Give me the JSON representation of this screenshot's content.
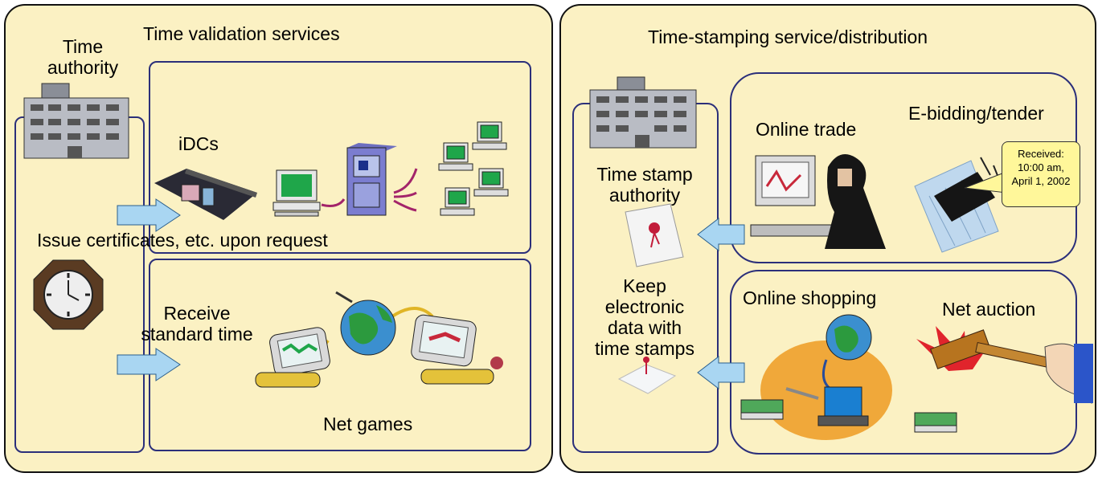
{
  "left_panel": {
    "title": "Time validation services",
    "time_authority": "Time\nauthority",
    "idcs_label": "iDCs",
    "issue_label": "Issue certificates, etc. upon request",
    "receive_label": "Receive\nstandard time",
    "net_games_label": "Net games"
  },
  "right_panel": {
    "title": "Time-stamping service/distribution",
    "tsa_label": "Time stamp\nauthority",
    "keep_label": "Keep\nelectronic\ndata with\ntime stamps",
    "online_trade_label": "Online trade",
    "ebidding_label": "E-bidding/tender",
    "callout_text": "Received:\n10:00 am,\nApril 1, 2002",
    "online_shopping_label": "Online shopping",
    "net_auction_label": "Net auction"
  },
  "colors": {
    "panel_fill": "#fbf1c3",
    "sub_border": "#2b2f7a",
    "arrow_fill": "#a9d6f2",
    "callout_fill": "#fff79a"
  }
}
